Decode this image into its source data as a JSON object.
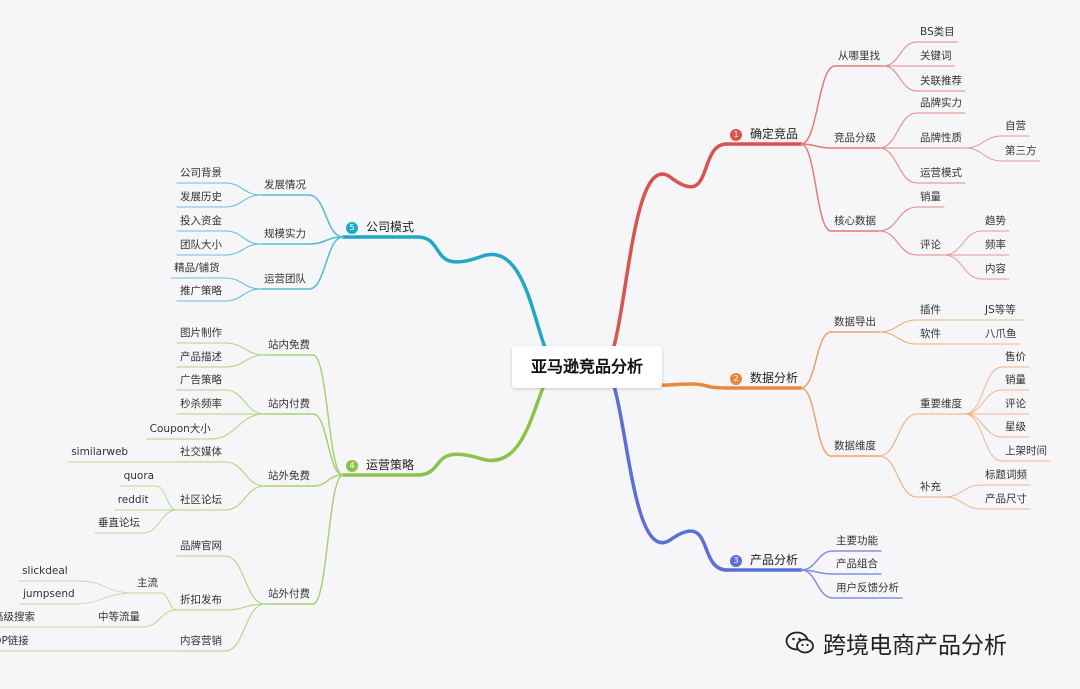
{
  "root": "亚马逊竞品分析",
  "watermark": "跨境电商产品分析",
  "branches": [
    {
      "num": "1",
      "label": "确定竞品",
      "color": "#d9534f",
      "children": [
        {
          "label": "从哪里找",
          "children": [
            {
              "label": "BS类目"
            },
            {
              "label": "关键词"
            },
            {
              "label": "关联推荐"
            }
          ]
        },
        {
          "label": "竞品分级",
          "children": [
            {
              "label": "品牌实力"
            },
            {
              "label": "品牌性质",
              "children": [
                {
                  "label": "自营"
                },
                {
                  "label": "第三方"
                }
              ]
            },
            {
              "label": "运营模式"
            }
          ]
        },
        {
          "label": "核心数据",
          "children": [
            {
              "label": "销量"
            },
            {
              "label": "评论",
              "children": [
                {
                  "label": "趋势"
                },
                {
                  "label": "频率"
                },
                {
                  "label": "内容"
                }
              ]
            }
          ]
        }
      ]
    },
    {
      "num": "2",
      "label": "数据分析",
      "color": "#e8883a",
      "children": [
        {
          "label": "数据导出",
          "children": [
            {
              "label": "插件",
              "children": [
                {
                  "label": "JS等等"
                }
              ]
            },
            {
              "label": "软件",
              "children": [
                {
                  "label": "八爪鱼"
                }
              ]
            }
          ]
        },
        {
          "label": "数据维度",
          "children": [
            {
              "label": "重要维度",
              "children": [
                {
                  "label": "售价"
                },
                {
                  "label": "销量"
                },
                {
                  "label": "评论"
                },
                {
                  "label": "星级"
                },
                {
                  "label": "上架时间"
                }
              ]
            },
            {
              "label": "补充",
              "children": [
                {
                  "label": "标题词频"
                },
                {
                  "label": "产品尺寸"
                }
              ]
            }
          ]
        }
      ]
    },
    {
      "num": "3",
      "label": "产品分析",
      "color": "#5b6fd6",
      "children": [
        {
          "label": "主要功能"
        },
        {
          "label": "产品组合"
        },
        {
          "label": "用户反馈分析"
        }
      ]
    },
    {
      "num": "4",
      "label": "运营策略",
      "color": "#8bc34a",
      "children": [
        {
          "label": "站内免费",
          "children": [
            {
              "label": "图片制作"
            },
            {
              "label": "产品描述"
            }
          ]
        },
        {
          "label": "站内付费",
          "children": [
            {
              "label": "广告策略"
            },
            {
              "label": "秒杀频率"
            },
            {
              "label": "Coupon大小"
            }
          ]
        },
        {
          "label": "站外免费",
          "children": [
            {
              "label": "社交媒体",
              "children": [
                {
                  "label": "similarweb"
                }
              ]
            },
            {
              "label": "社区论坛",
              "children": [
                {
                  "label": "quora"
                },
                {
                  "label": "reddit"
                },
                {
                  "label": "垂直论坛"
                }
              ]
            }
          ]
        },
        {
          "label": "站外付费",
          "children": [
            {
              "label": "品牌官网"
            },
            {
              "label": "折扣发布",
              "children": [
                {
                  "label": "主流",
                  "children": [
                    {
                      "label": "slickdeal"
                    },
                    {
                      "label": "jumpsend"
                    }
                  ]
                },
                {
                  "label": "中等流量",
                  "children": [
                    {
                      "label": "谷歌高级搜索"
                    }
                  ]
                }
              ]
            },
            {
              "label": "内容营销",
              "children": [
                {
                  "label": "alvel反查权威链接/DP链接"
                }
              ]
            }
          ]
        }
      ]
    },
    {
      "num": "5",
      "label": "公司模式",
      "color": "#20a8c4",
      "children": [
        {
          "label": "发展情况",
          "children": [
            {
              "label": "公司背景"
            },
            {
              "label": "发展历史"
            }
          ]
        },
        {
          "label": "规模实力",
          "children": [
            {
              "label": "投入资金"
            },
            {
              "label": "团队大小"
            }
          ]
        },
        {
          "label": "运营团队",
          "children": [
            {
              "label": "精品/铺货"
            },
            {
              "label": "推广策略"
            }
          ]
        }
      ]
    }
  ]
}
